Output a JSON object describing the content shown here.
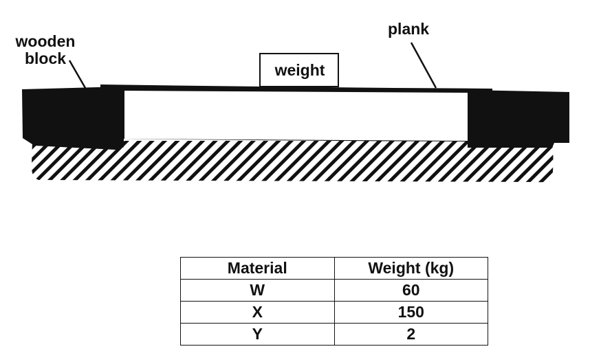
{
  "diagram": {
    "labels": {
      "block_line1": "wooden",
      "block_line2": "block",
      "plank": "plank",
      "weight": "weight"
    }
  },
  "table": {
    "headers": [
      "Material",
      "Weight (kg)"
    ],
    "rows": [
      [
        "W",
        "60"
      ],
      [
        "X",
        "150"
      ],
      [
        "Y",
        "2"
      ]
    ]
  }
}
